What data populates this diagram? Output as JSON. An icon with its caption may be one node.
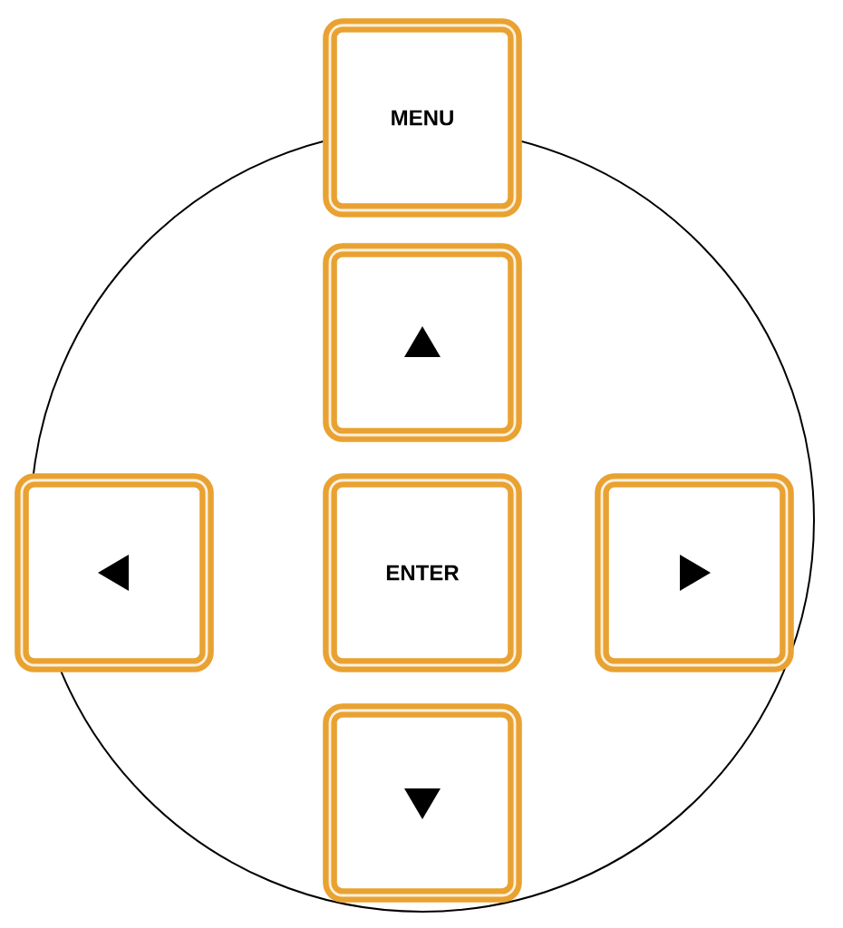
{
  "diagram": {
    "nodes": [
      {
        "text": [
          "MENU"
        ]
      },
      {
        "text": [],
        "shape": "box"
      },
      {
        "text": [],
        "shape": "box"
      },
      {
        "text": [
          "ENTER"
        ]
      },
      {
        "text": [],
        "shape": "box"
      },
      {
        "text": [],
        "shape": "box"
      }
    ]
  }
}
